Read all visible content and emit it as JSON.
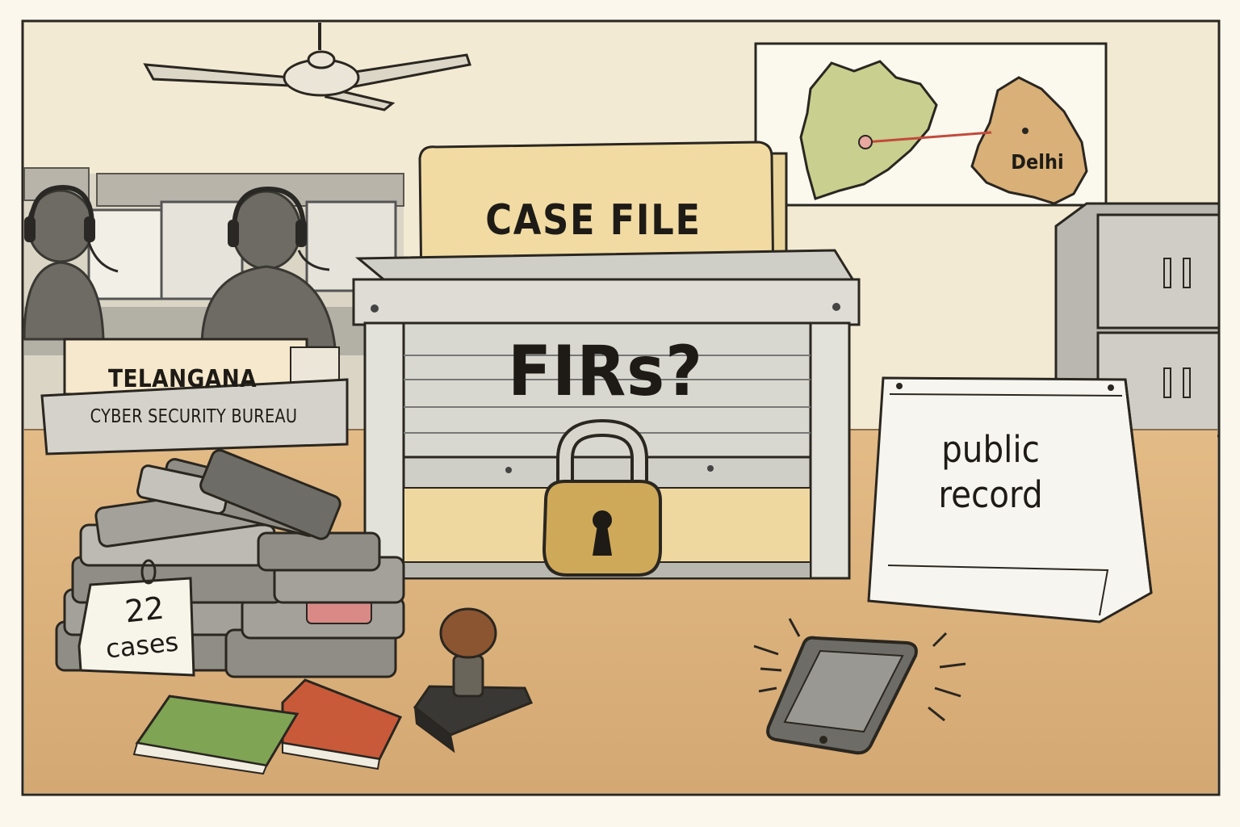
{
  "bureau": {
    "name": "TELANGANA",
    "subtitle": "CYBER SECURITY BUREAU"
  },
  "case_file": {
    "title": "CASE FILE"
  },
  "crate": {
    "label": "FIRs?"
  },
  "map": {
    "city_label": "Delhi"
  },
  "sign": {
    "line1": "public",
    "line2": "record"
  },
  "tag": {
    "count": "22",
    "unit": "cases"
  },
  "icons": [
    "ceiling-fan-icon",
    "headset-icon",
    "padlock-icon",
    "rubber-stamp-icon",
    "smartphone-icon",
    "notebook-icon"
  ],
  "colors": {
    "paper": "#fbf7ec",
    "wall": "#f2ead3",
    "desk": "#ddb47f",
    "folder": "#f1dba3",
    "crate": "#d8d8d0",
    "lock": "#cfa95a",
    "telangana_map": "#c9cf8e",
    "delhi_map": "#d8b078",
    "green_book": "#7fa454",
    "red_book": "#c85a3a",
    "stamp_handle": "#8a5530"
  }
}
